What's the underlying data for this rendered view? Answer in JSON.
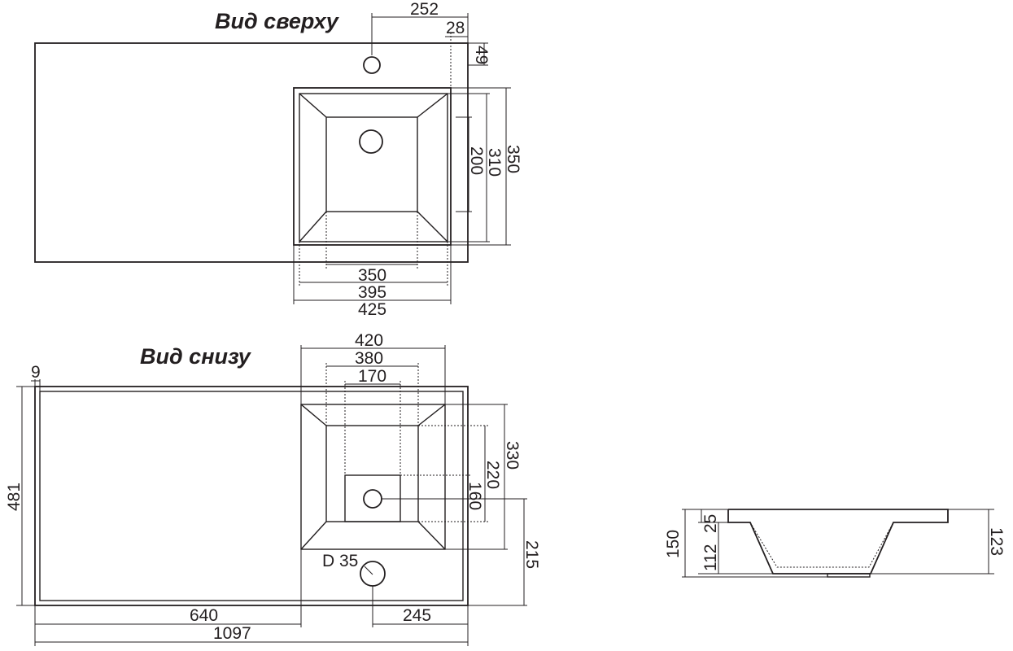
{
  "views": {
    "top": {
      "title": "Вид сверху",
      "dims": {
        "d252": "252",
        "d28": "28",
        "d49": "49",
        "d350v": "350",
        "d310": "310",
        "d200": "200",
        "d350h": "350",
        "d395": "395",
        "d425": "425"
      }
    },
    "bottom": {
      "title": "Вид снизу",
      "dims": {
        "d9": "9",
        "d481": "481",
        "d420": "420",
        "d380": "380",
        "d170": "170",
        "d330": "330",
        "d220": "220",
        "d160": "160",
        "d215": "215",
        "d35": "D 35",
        "d640": "640",
        "d245": "245",
        "d1097": "1097"
      }
    },
    "side": {
      "dims": {
        "d150": "150",
        "d25": "25",
        "d112": "112",
        "d123": "123"
      }
    }
  }
}
